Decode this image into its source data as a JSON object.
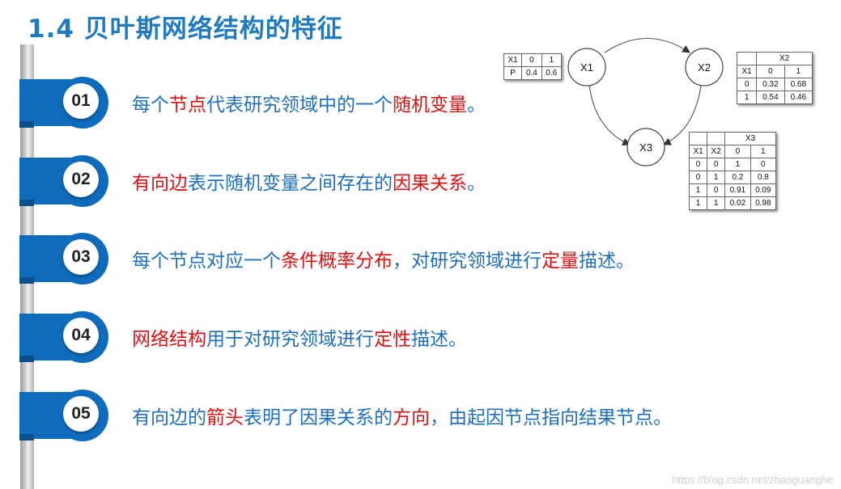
{
  "title": "1.4  贝叶斯网络结构的特征",
  "items": [
    {
      "num": "01",
      "segs": [
        {
          "t": "每个",
          "h": false
        },
        {
          "t": "节点",
          "h": true
        },
        {
          "t": "代表研究领域中的一个",
          "h": false
        },
        {
          "t": "随机变量",
          "h": true
        },
        {
          "t": "。",
          "h": false
        }
      ]
    },
    {
      "num": "02",
      "segs": [
        {
          "t": "有向边",
          "h": true
        },
        {
          "t": "表示随机变量之间存在的",
          "h": false
        },
        {
          "t": "因果关系",
          "h": true
        },
        {
          "t": "。",
          "h": false
        }
      ]
    },
    {
      "num": "03",
      "segs": [
        {
          "t": "每个节点对应一个",
          "h": false
        },
        {
          "t": "条件概率分布",
          "h": true
        },
        {
          "t": "，对研究领域进行",
          "h": false
        },
        {
          "t": "定量",
          "h": true
        },
        {
          "t": "描述。",
          "h": false
        }
      ]
    },
    {
      "num": "04",
      "segs": [
        {
          "t": "网络结构",
          "h": true
        },
        {
          "t": "用于对研究领域进行",
          "h": false
        },
        {
          "t": "定性",
          "h": true
        },
        {
          "t": "描述。",
          "h": false
        }
      ]
    },
    {
      "num": "05",
      "segs": [
        {
          "t": "有向边的",
          "h": false
        },
        {
          "t": "箭头",
          "h": true
        },
        {
          "t": "表明了因果关系的",
          "h": false
        },
        {
          "t": "方向",
          "h": true
        },
        {
          "t": "，由起因节点指向结果节点。",
          "h": false
        }
      ]
    }
  ],
  "diagram": {
    "nodes": [
      "X1",
      "X2",
      "X3"
    ],
    "edges": [
      [
        "X1",
        "X2"
      ],
      [
        "X1",
        "X3"
      ],
      [
        "X2",
        "X3"
      ]
    ],
    "cpt_x1": {
      "header": [
        "X1",
        "0",
        "1"
      ],
      "row": [
        "P",
        "0.4",
        "0.6"
      ]
    },
    "cpt_x2": {
      "title": "X2",
      "header": [
        "X1",
        "0",
        "1"
      ],
      "rows": [
        [
          "0",
          "0.32",
          "0.68"
        ],
        [
          "1",
          "0.54",
          "0.46"
        ]
      ]
    },
    "cpt_x3": {
      "title": "X3",
      "header": [
        "X1",
        "X2",
        "0",
        "1"
      ],
      "rows": [
        [
          "0",
          "0",
          "1",
          "0"
        ],
        [
          "0",
          "1",
          "0.2",
          "0.8"
        ],
        [
          "1",
          "0",
          "0.91",
          "0.09"
        ],
        [
          "1",
          "1",
          "0.02",
          "0.98"
        ]
      ]
    }
  },
  "watermark": "https://blog.csdn.net/zhaoguanghe",
  "colors": {
    "accent": "#1f6fc0",
    "highlight": "#e01010",
    "tab": "#0f6cbd"
  }
}
